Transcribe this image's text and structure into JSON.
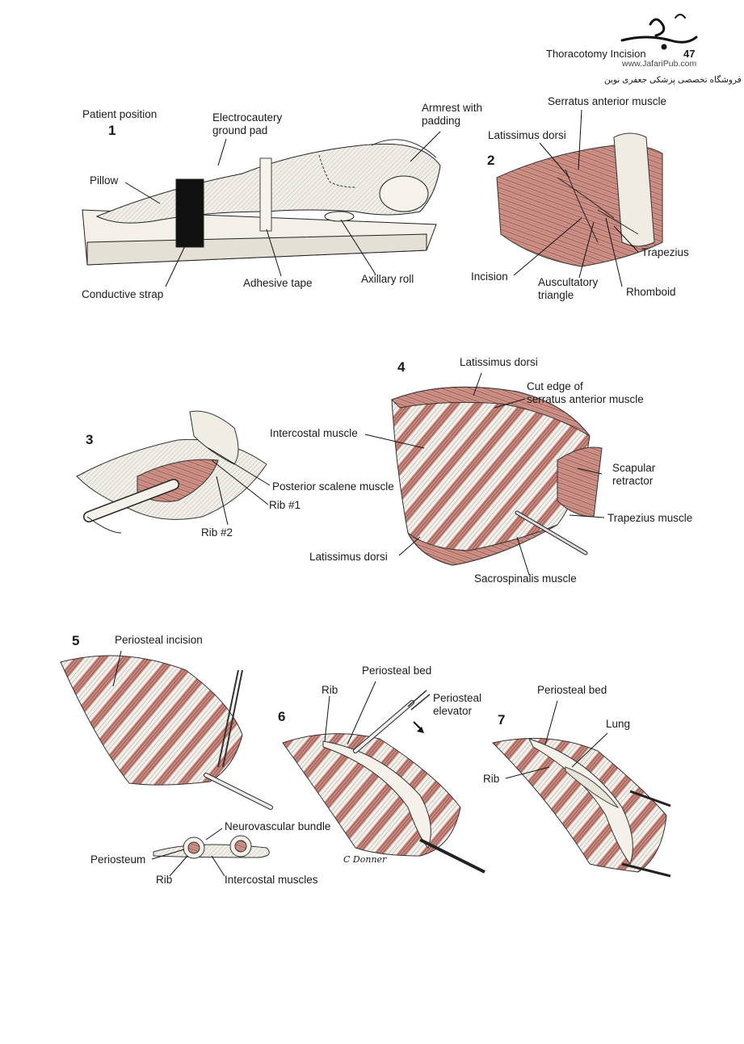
{
  "header": {
    "running_title": "Thoracotomy Incision",
    "page_number": "47",
    "publisher_url": "www.JafariPub.com",
    "publisher_name": "فروشگاه تخصصی پزشکی جعفری نوین"
  },
  "fig1": {
    "number": "1",
    "labels": {
      "patient_position": "Patient position",
      "electrocautery": "Electrocautery\nground pad",
      "armrest": "Armrest with\npadding",
      "pillow": "Pillow",
      "conductive_strap": "Conductive strap",
      "adhesive_tape": "Adhesive tape",
      "axillary_roll": "Axillary roll"
    }
  },
  "fig2": {
    "number": "2",
    "labels": {
      "serratus": "Serratus anterior muscle",
      "latissimus": "Latissimus dorsi",
      "trapezius": "Trapezius",
      "incision": "Incision",
      "auscultatory": "Auscultatory\ntriangle",
      "rhomboid": "Rhomboid"
    }
  },
  "fig3": {
    "number": "3",
    "labels": {
      "posterior_scalene": "Posterior scalene muscle",
      "rib1": "Rib #1",
      "rib2": "Rib #2"
    }
  },
  "fig4": {
    "number": "4",
    "labels": {
      "latissimus_top": "Latissimus dorsi",
      "cut_edge": "Cut edge of\nserratus anterior muscle",
      "intercostal": "Intercostal muscle",
      "scapular_retractor": "Scapular\nretractor",
      "trapezius_muscle": "Trapezius muscle",
      "latissimus_bottom": "Latissimus dorsi",
      "sacrospinalis": "Sacrospinalis muscle"
    }
  },
  "fig5": {
    "number": "5",
    "labels": {
      "periosteal_incision": "Periosteal incision",
      "neurovascular": "Neurovascular bundle",
      "periosteum": "Periosteum",
      "rib": "Rib",
      "intercostal_muscles": "Intercostal muscles"
    }
  },
  "fig6": {
    "number": "6",
    "labels": {
      "periosteal_bed": "Periosteal bed",
      "rib": "Rib",
      "periosteal_elevator": "Periosteal\nelevator"
    },
    "signature": "C Donner"
  },
  "fig7": {
    "number": "7",
    "labels": {
      "periosteal_bed": "Periosteal bed",
      "lung": "Lung",
      "rib": "Rib"
    }
  },
  "colors": {
    "muscle": "#c98a80",
    "muscle_dark": "#8e4a42",
    "rib_white": "#f4f1ea",
    "line": "#1a1a1a",
    "skin": "#f2efe8"
  }
}
